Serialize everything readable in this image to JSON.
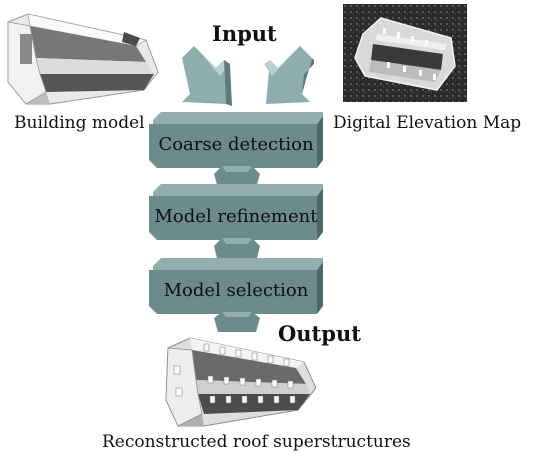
{
  "input_heading": "Input",
  "output_heading": "Output",
  "building_model_caption": "Building model",
  "dem_caption": "Digital Elevation Map",
  "stages": [
    "Coarse detection",
    "Model refinement",
    "Model selection"
  ],
  "result_caption": "Reconstructed roof superstructures",
  "colors": {
    "stage_face": "#6e8b8c",
    "stage_top": "#93aeae",
    "stage_side": "#4e6869",
    "arrow_light": "#a9c4c5",
    "arrow_dark": "#5f7c7d"
  }
}
